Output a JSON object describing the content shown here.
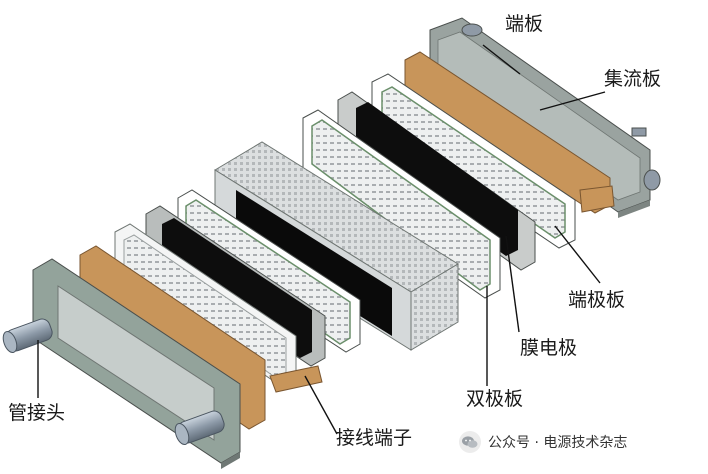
{
  "labels": {
    "end_plate_top": "端板",
    "current_collector": "集流板",
    "end_bipolar_plate": "端极板",
    "mea": "膜电极",
    "bipolar_plate": "双极板",
    "terminal": "接线端子",
    "pipe_connector": "管接头"
  },
  "watermark": {
    "text": "公众号 · 电源技术杂志",
    "icon": "wechat-icon"
  }
}
